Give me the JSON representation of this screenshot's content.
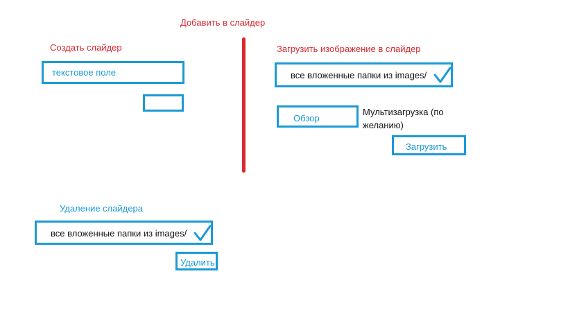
{
  "header": {
    "add_title": "Добавить в слайдер"
  },
  "create": {
    "title": "Создать слайдер",
    "text_field_value": "текстовое поле",
    "button_label": ""
  },
  "upload": {
    "title": "Загрузить изображение в слайдер",
    "folder_select_value": "все вложенные папки из images/",
    "browse_label": "Обзор",
    "multi_upload_text": "Мультизагрузка (по желанию)",
    "upload_button_label": "Загрузить"
  },
  "delete": {
    "title": "Удаление слайдера",
    "folder_select_value": "все вложенные папки из images/",
    "delete_button_label": "Удалить"
  },
  "colors": {
    "accent_blue": "#1a9ad6",
    "accent_red": "#d9282f"
  }
}
